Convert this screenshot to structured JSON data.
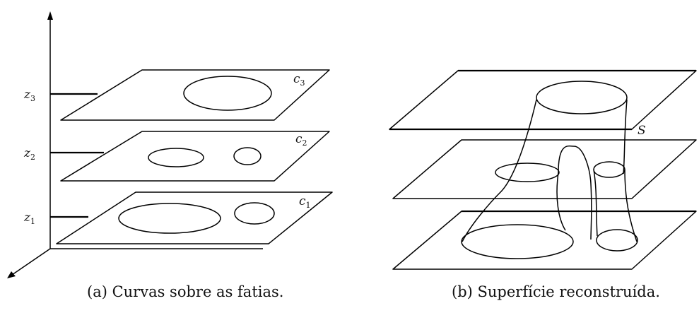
{
  "panel_a": {
    "axis_labels": [
      {
        "base": "z",
        "sub": "3"
      },
      {
        "base": "z",
        "sub": "2"
      },
      {
        "base": "z",
        "sub": "1"
      }
    ],
    "slice_labels": [
      {
        "base": "c",
        "sub": "3"
      },
      {
        "base": "c",
        "sub": "2"
      },
      {
        "base": "c",
        "sub": "1"
      }
    ],
    "caption": "(a) Curvas sobre as fatias."
  },
  "panel_b": {
    "surface_label": "S",
    "caption": "(b) Superfície reconstruída."
  }
}
